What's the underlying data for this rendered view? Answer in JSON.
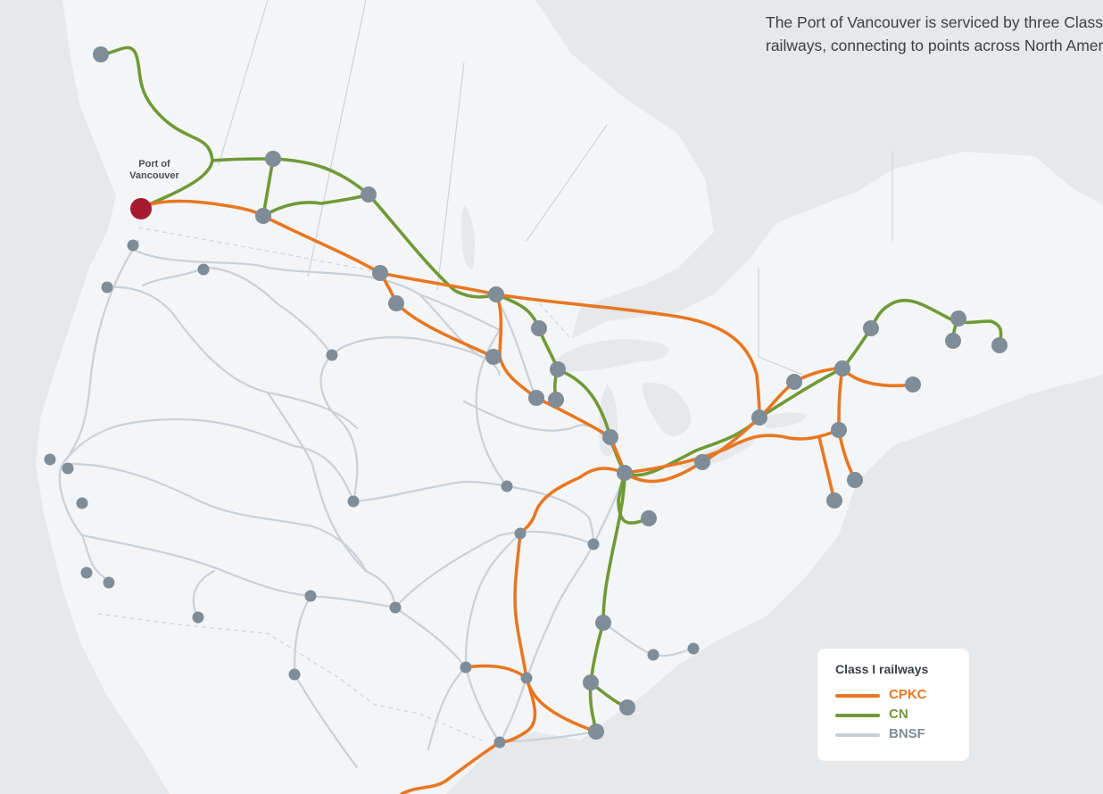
{
  "caption": "The Port of Vancouver is serviced by three Class I railways, connecting to points across North America.",
  "port_label": "Port of Vancouver",
  "legend": {
    "title": "Class I railways",
    "items": [
      {
        "label": "CPKC",
        "color": "#e87722"
      },
      {
        "label": "CN",
        "color": "#6f9a37"
      },
      {
        "label": "BNSF",
        "color": "#c9d1d8"
      }
    ]
  },
  "colors": {
    "background": "#e6e8ea",
    "land": "#f4f5f6",
    "water": "#e6e8ea",
    "node": "#7f8d98",
    "port": "#a51c30",
    "border": "#cfd3d7"
  }
}
